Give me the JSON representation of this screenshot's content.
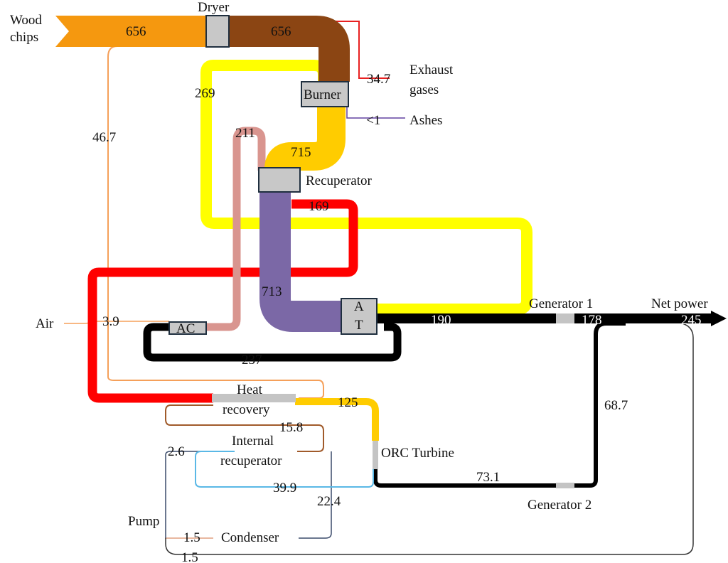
{
  "nodes": {
    "wood_chips": "Wood\nchips",
    "dryer": "Dryer",
    "burner": "Burner",
    "recuperator": "Recuperator",
    "exhaust": "Exhaust\ngases",
    "ashes": "Ashes",
    "air": "Air",
    "ac": "AC",
    "at_line1": "A",
    "at_line2": "T",
    "generator1": "Generator 1",
    "net_power": "Net power",
    "heat_recovery": "Heat\nrecovery",
    "internal_recuperator": "Internal\nrecuperator",
    "orc_turbine": "ORC Turbine",
    "generator2": "Generator 2",
    "pump": "Pump",
    "condenser": "Condenser"
  },
  "values": {
    "wood_in": "656",
    "dryer_out": "656",
    "exhaust": "34.7",
    "ashes": "<1",
    "yellow_loop": "269",
    "air_path": "46.7",
    "pink_ac": "211",
    "burner_out": "715",
    "red_169": "169",
    "purple": "713",
    "air_in": "3.9",
    "at_out": "190",
    "gen1_out": "178",
    "net_power": "245",
    "compressor_loop": "237",
    "heat_recovery": "125",
    "orc_loop": "15.8",
    "pump_in": "2.6",
    "blue_loop": "39.9",
    "cond_loop": "22.4",
    "orc_out": "73.1",
    "gen2_out": "68.7",
    "pump_cond": "1.5",
    "pump_bottom": "1.5"
  },
  "colors": {
    "wood": "#f5980f",
    "dried": "#8b4513",
    "hot_gas": "#ffcc00",
    "yellow_air": "#ffff00",
    "red_gas": "#ff0000",
    "purple_air": "#7b68a6",
    "pink_air": "#d9958f",
    "power": "#000000",
    "orc_orange": "#c8703a",
    "orc_blue": "#5ab8e6",
    "orc_dark": "#3a4a6a",
    "air_thin": "#f5a05a"
  }
}
